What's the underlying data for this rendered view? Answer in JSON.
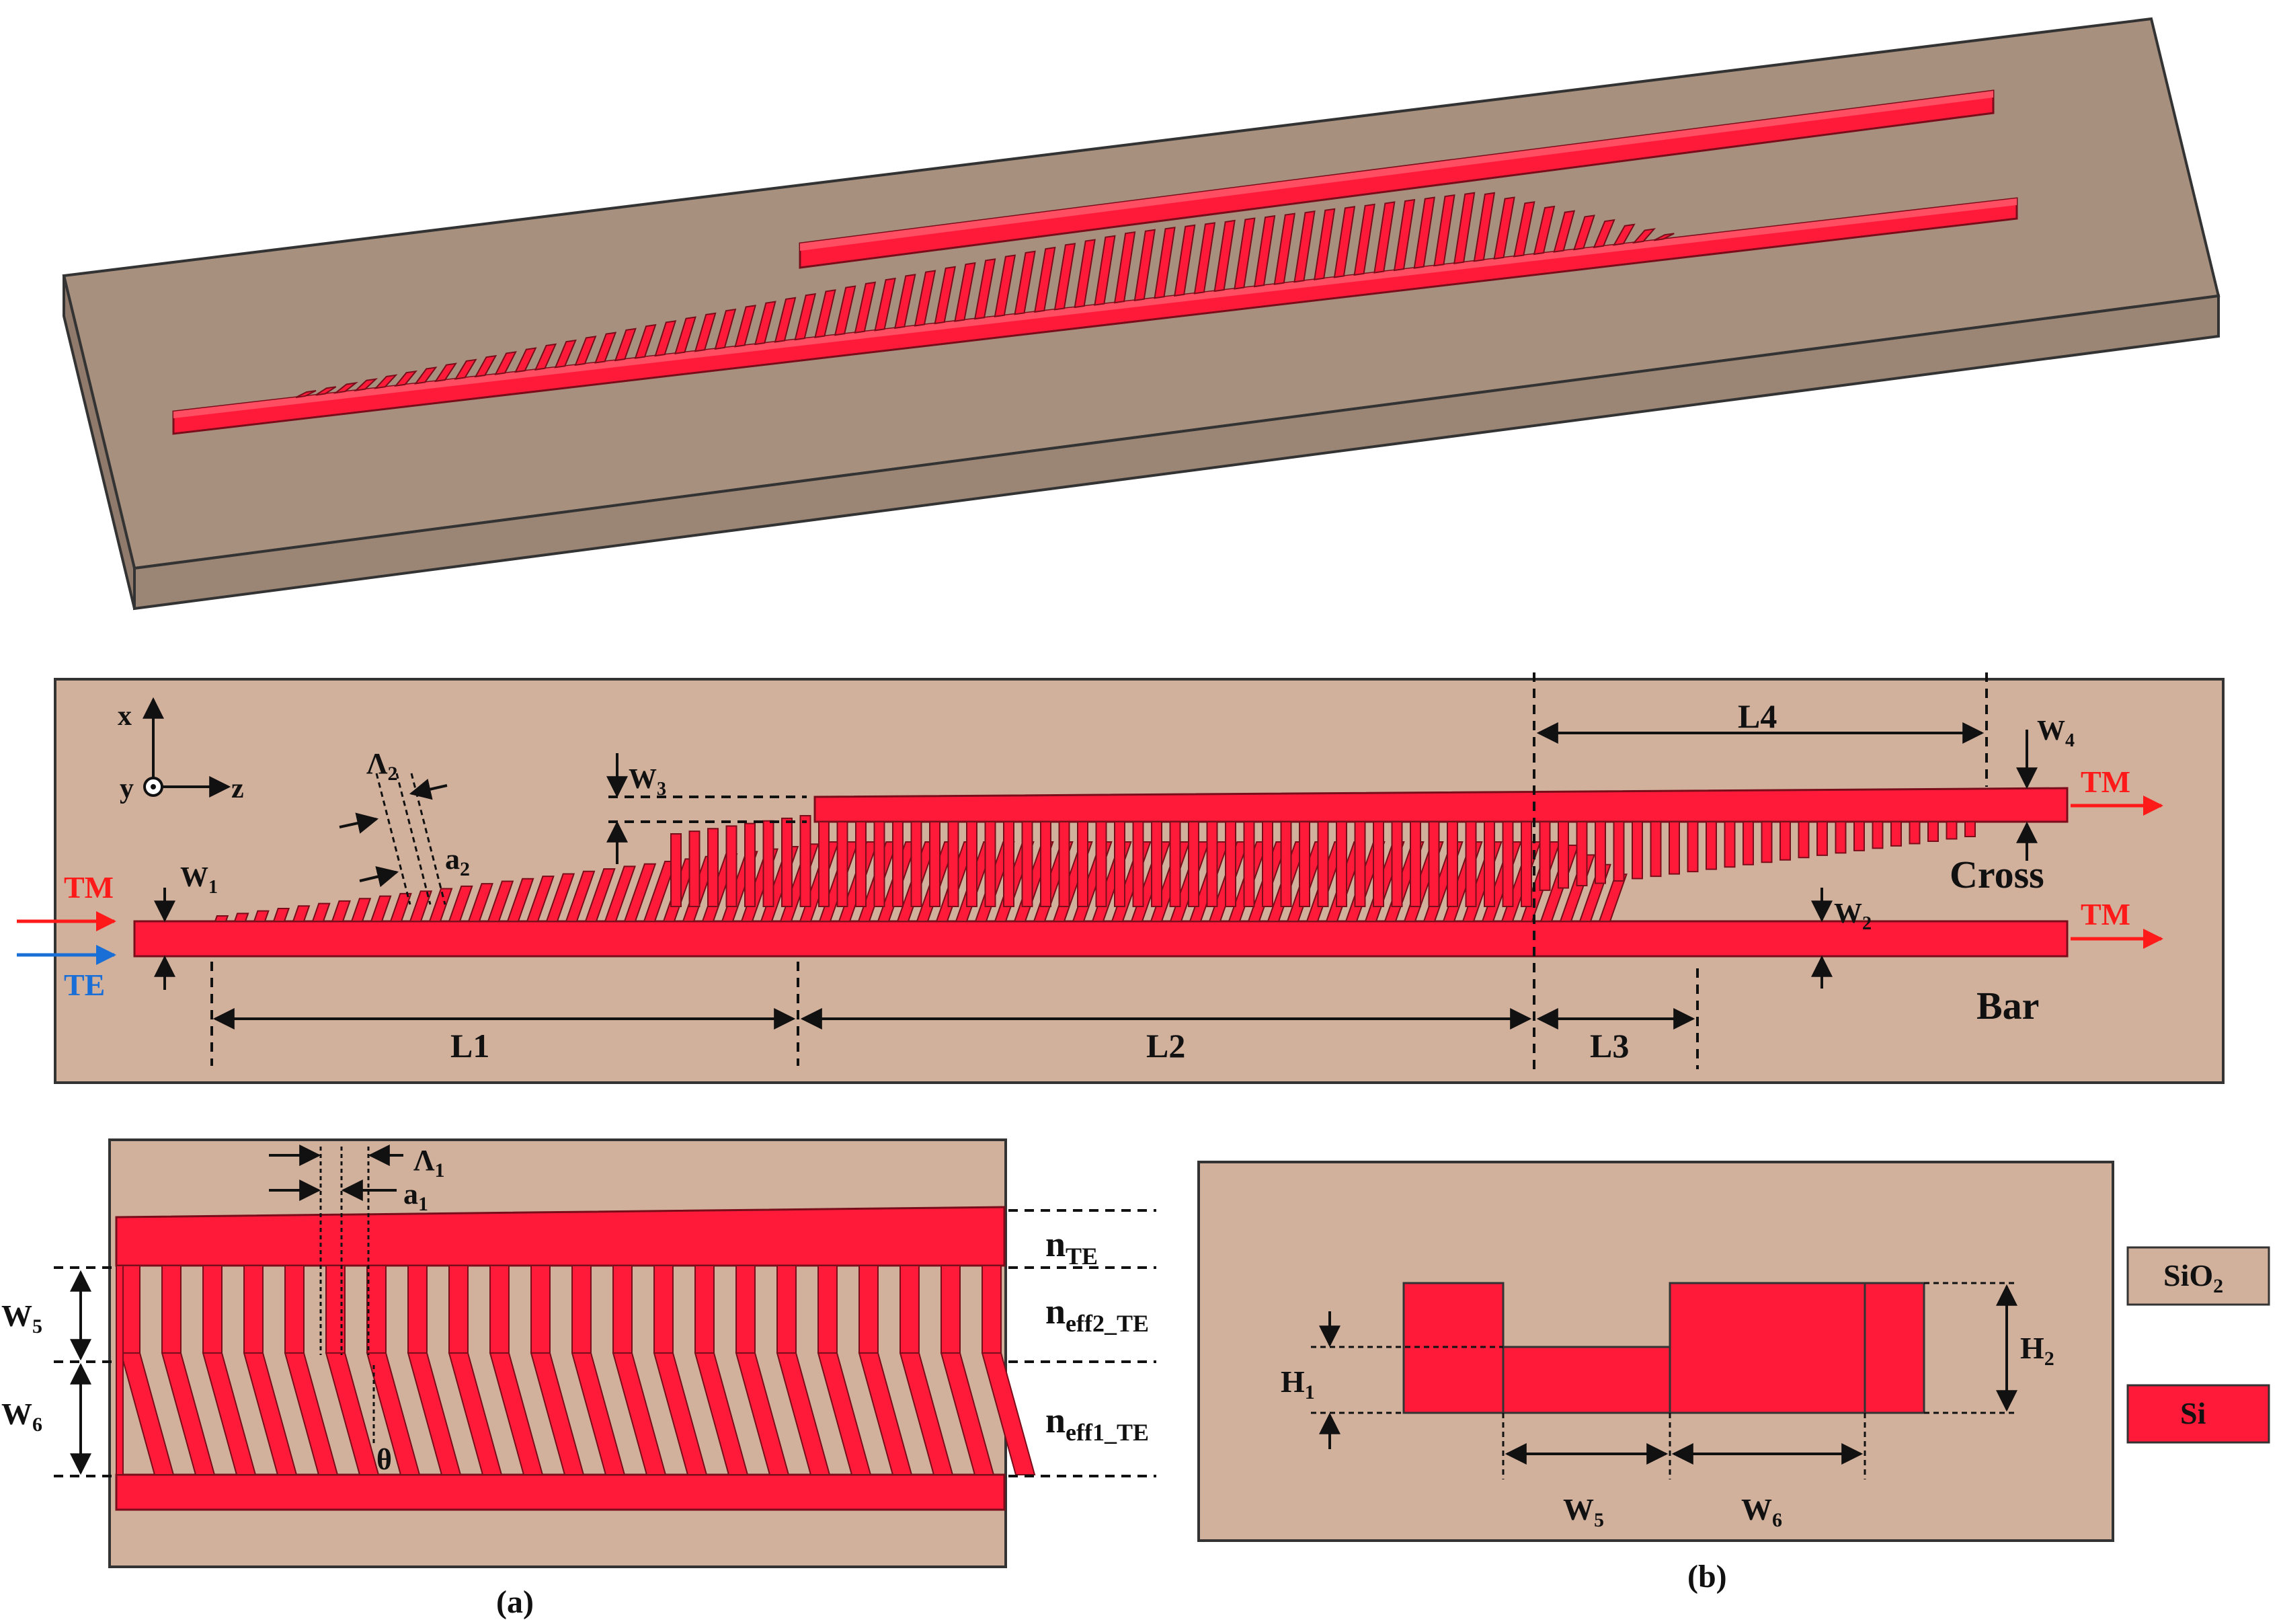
{
  "panel_top_view": {
    "coords": {
      "x": "x",
      "y": "y",
      "z": "z"
    },
    "labels": {
      "lambda2": "Λ",
      "lambda2_sub": "2",
      "a2": "a",
      "a2_sub": "2",
      "w1": "W",
      "w1_sub": "1",
      "w2": "W",
      "w2_sub": "2",
      "w3": "W",
      "w3_sub": "3",
      "w4": "W",
      "w4_sub": "4",
      "l1": "L1",
      "l2": "L2",
      "l3": "L3",
      "l4": "L4",
      "tm_in": "TM",
      "te_in": "TE",
      "tm_cross": "TM",
      "tm_bar": "TM",
      "cross": "Cross",
      "bar": "Bar"
    }
  },
  "panel_a": {
    "labels": {
      "lambda1": "Λ",
      "lambda1_sub": "1",
      "a1": "a",
      "a1_sub": "1",
      "w5": "W",
      "w5_sub": "5",
      "w6": "W",
      "w6_sub": "6",
      "theta": "θ",
      "n_te": "n",
      "n_te_sub": "TE",
      "n_eff2": "n",
      "n_eff2_sub": "eff2_TE",
      "n_eff1": "n",
      "n_eff1_sub": "eff1_TE"
    },
    "caption": "(a)"
  },
  "panel_b": {
    "labels": {
      "h1": "H",
      "h1_sub": "1",
      "h2": "H",
      "h2_sub": "2",
      "w5": "W",
      "w5_sub": "5",
      "w6": "W",
      "w6_sub": "6"
    },
    "caption": "(b)"
  },
  "legend": {
    "sio2": "SiO",
    "sio2_sub": "2",
    "si": "Si"
  },
  "colors": {
    "silicon": "#ff1a3a",
    "silicon_dark": "#c8102e",
    "oxide": "#d2b19c",
    "oxide_3d_top": "#a8907f",
    "tm_arrow": "#ff1a1a",
    "te_arrow": "#1a6fd6"
  }
}
